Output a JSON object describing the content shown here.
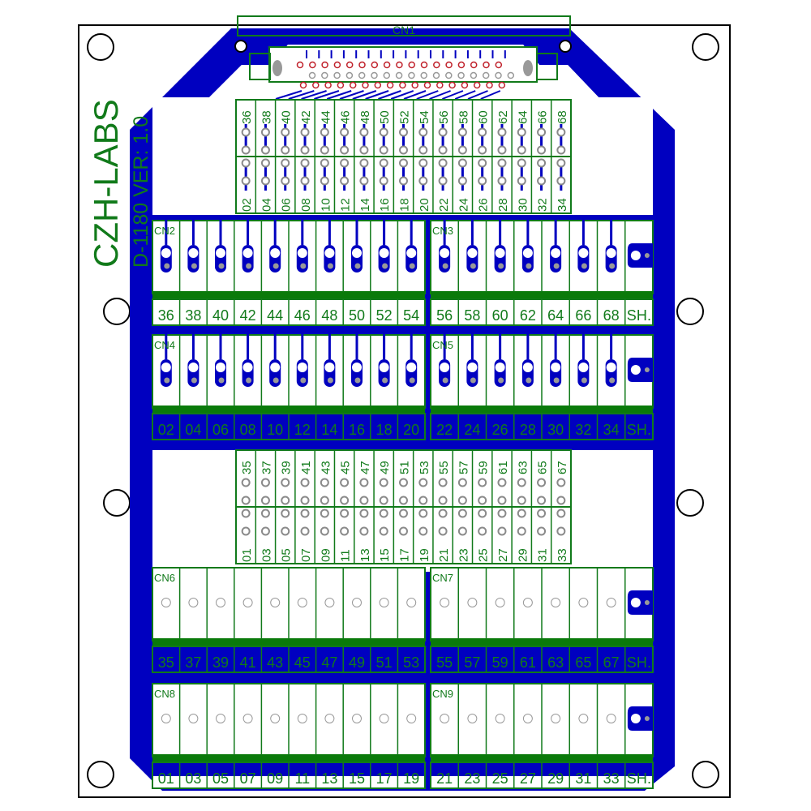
{
  "board": {
    "brand": "CZH-LABS",
    "model_version": "D-1180  VER: 1.0",
    "colors": {
      "copper": "#0000c0",
      "silkscreen": "#117a1a",
      "outline": "#000000",
      "pad_grey": "#8a8a8a",
      "pin_red": "#c0202a"
    }
  },
  "connector_main": {
    "label": "CN1",
    "pins_top_row": 17,
    "pins_bottom_row": 17
  },
  "header_even": {
    "top_labels": [
      "36",
      "38",
      "40",
      "42",
      "44",
      "46",
      "48",
      "50",
      "52",
      "54",
      "56",
      "58",
      "60",
      "62",
      "64",
      "66",
      "68"
    ],
    "bottom_labels": [
      "02",
      "04",
      "06",
      "08",
      "10",
      "12",
      "14",
      "16",
      "18",
      "20",
      "22",
      "24",
      "26",
      "28",
      "30",
      "32",
      "34"
    ]
  },
  "header_odd": {
    "top_labels": [
      "35",
      "37",
      "39",
      "41",
      "43",
      "45",
      "47",
      "49",
      "51",
      "53",
      "55",
      "57",
      "59",
      "61",
      "63",
      "65",
      "67"
    ],
    "bottom_labels": [
      "01",
      "03",
      "05",
      "07",
      "09",
      "11",
      "13",
      "15",
      "17",
      "19",
      "21",
      "23",
      "25",
      "27",
      "29",
      "31",
      "33"
    ]
  },
  "terminal_blocks": [
    {
      "label": "CN2",
      "pins": [
        "36",
        "38",
        "40",
        "42",
        "44",
        "46",
        "48",
        "50",
        "52",
        "54"
      ]
    },
    {
      "label": "CN3",
      "pins": [
        "56",
        "58",
        "60",
        "62",
        "64",
        "66",
        "68",
        "SH."
      ]
    },
    {
      "label": "CN4",
      "pins": [
        "02",
        "04",
        "06",
        "08",
        "10",
        "12",
        "14",
        "16",
        "18",
        "20"
      ]
    },
    {
      "label": "CN5",
      "pins": [
        "22",
        "24",
        "26",
        "28",
        "30",
        "32",
        "34",
        "SH."
      ]
    },
    {
      "label": "CN6",
      "pins": [
        "35",
        "37",
        "39",
        "41",
        "43",
        "45",
        "47",
        "49",
        "51",
        "53"
      ]
    },
    {
      "label": "CN7",
      "pins": [
        "55",
        "57",
        "59",
        "61",
        "63",
        "65",
        "67",
        "SH."
      ]
    },
    {
      "label": "CN8",
      "pins": [
        "01",
        "03",
        "05",
        "07",
        "09",
        "11",
        "13",
        "15",
        "17",
        "19"
      ]
    },
    {
      "label": "CN9",
      "pins": [
        "21",
        "23",
        "25",
        "27",
        "29",
        "31",
        "33",
        "SH."
      ]
    }
  ]
}
